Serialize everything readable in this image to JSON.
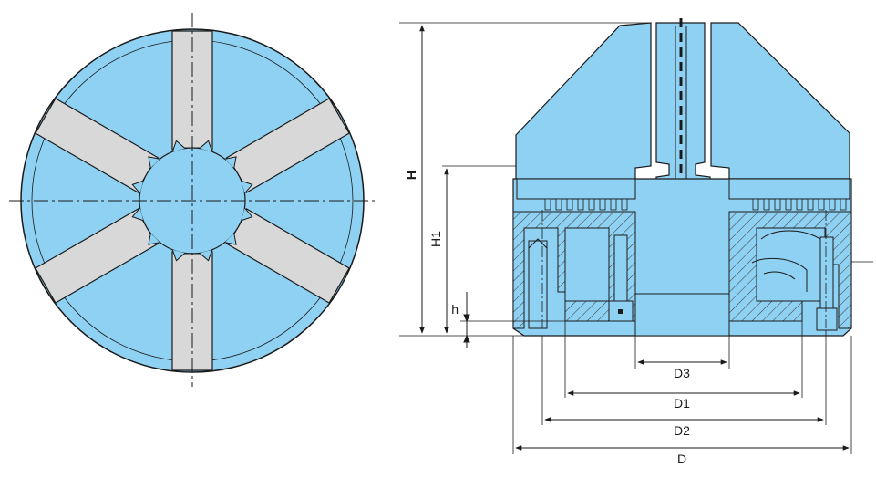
{
  "colors": {
    "body": "#8fd1f3",
    "jaw": "#d8d8d8",
    "line": "#1a1a1a",
    "hatch": "#3a3a3a",
    "background": "#ffffff"
  },
  "front_view": {
    "jaw_count": 6
  },
  "section_view": {
    "dimensions": {
      "H": "H",
      "H1": "H1",
      "h": "h",
      "D3": "D3",
      "D1": "D1",
      "D2": "D2",
      "D": "D"
    }
  }
}
